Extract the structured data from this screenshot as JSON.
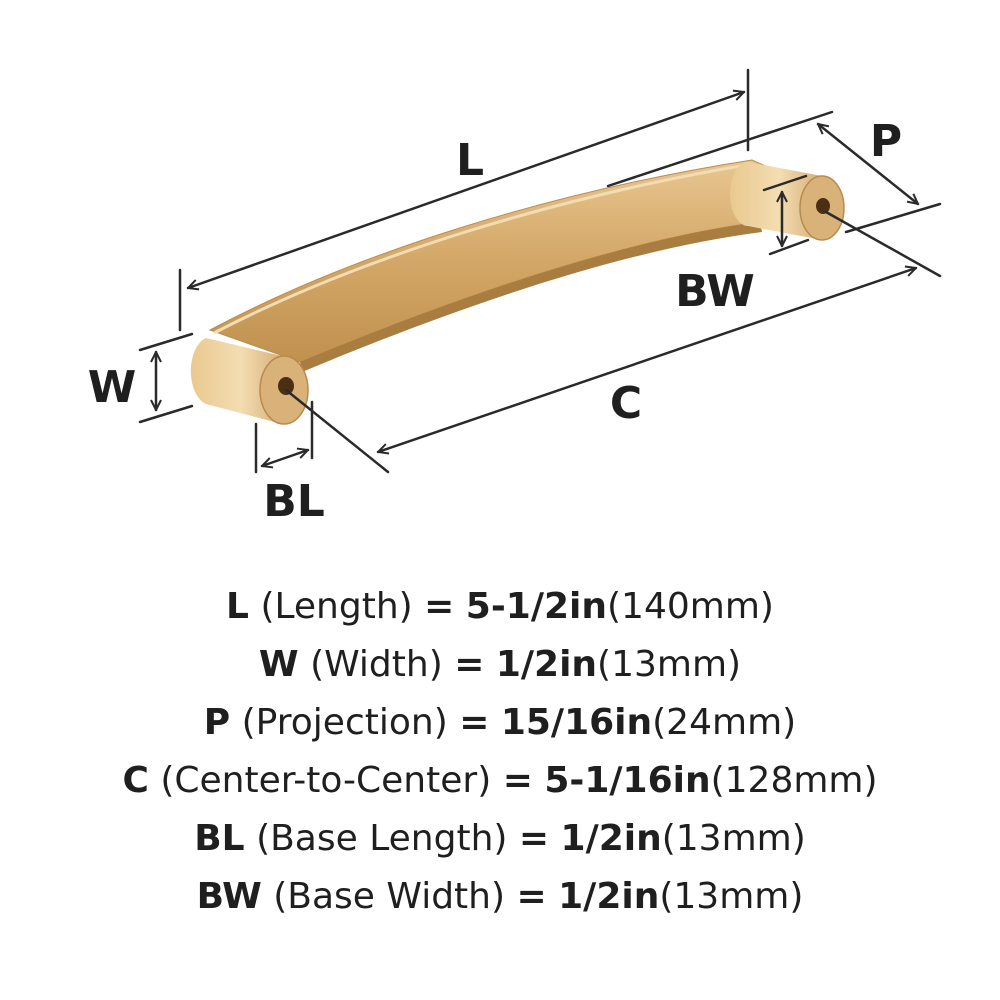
{
  "diagram": {
    "labels": {
      "L": "L",
      "P": "P",
      "BW": "BW",
      "W": "W",
      "C": "C",
      "BL": "BL"
    },
    "colors": {
      "finish": "#d2a86a",
      "finish_dark": "#b88a4c",
      "finish_light": "#ecd3a6",
      "line": "#2a2a2a"
    }
  },
  "specs": [
    {
      "code": "L",
      "name": "(Length)",
      "eq": "=",
      "imperial": "5-1/2in",
      "metric": "(140mm)"
    },
    {
      "code": "W",
      "name": "(Width)",
      "eq": "=",
      "imperial": "1/2in",
      "metric": "(13mm)"
    },
    {
      "code": "P",
      "name": "(Projection)",
      "eq": "=",
      "imperial": "15/16in",
      "metric": "(24mm)"
    },
    {
      "code": "C",
      "name": "(Center-to-Center)",
      "eq": "=",
      "imperial": "5-1/16in",
      "metric": "(128mm)"
    },
    {
      "code": "BL",
      "name": "(Base Length)",
      "eq": "=",
      "imperial": "1/2in",
      "metric": "(13mm)"
    },
    {
      "code": "BW",
      "name": "(Base Width)",
      "eq": "=",
      "imperial": "1/2in",
      "metric": "(13mm)"
    }
  ]
}
